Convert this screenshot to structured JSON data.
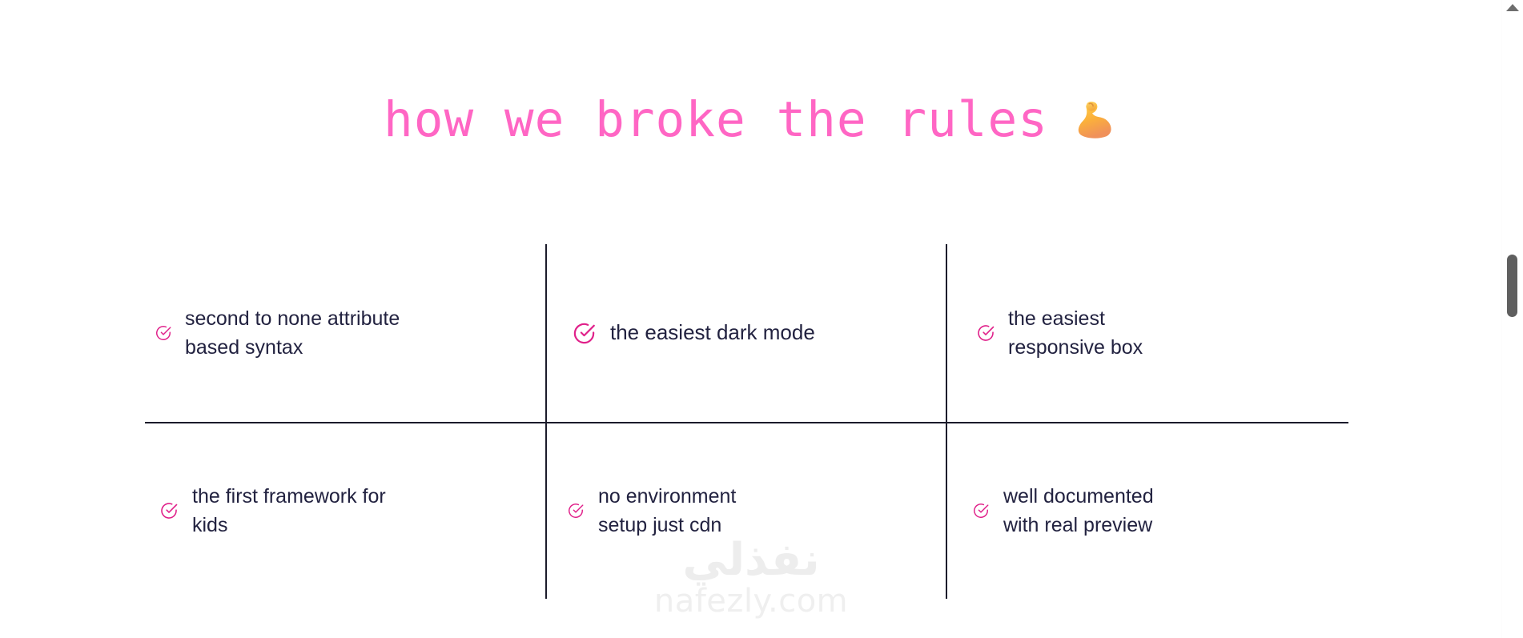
{
  "page": {
    "title": "how we broke the rules",
    "title_emoji": "flexed-biceps-emoji",
    "title_color": "#ff66c4",
    "text_color": "#222240",
    "accent_color": "#e0218a",
    "background": "#ffffff"
  },
  "features": [
    {
      "icon": "check-circle-icon",
      "text": "second to none attribute based syntax"
    },
    {
      "icon": "check-circle-icon",
      "text": "the easiest dark mode"
    },
    {
      "icon": "check-circle-icon",
      "text": "the easiest responsive box"
    },
    {
      "icon": "check-circle-icon",
      "text": "the first framework for kids"
    },
    {
      "icon": "check-circle-icon",
      "text": "no environment setup just cdn"
    },
    {
      "icon": "check-circle-icon",
      "text": "well documented with real preview"
    }
  ],
  "watermark": {
    "arabic": "نفذلي",
    "latin": "nafezly.com",
    "color": "#ededed"
  },
  "scrollbar": {
    "up_arrow": "scroll-up-arrow-icon",
    "thumb": "scrollbar-thumb",
    "thumb_color": "#5f5f5f"
  }
}
